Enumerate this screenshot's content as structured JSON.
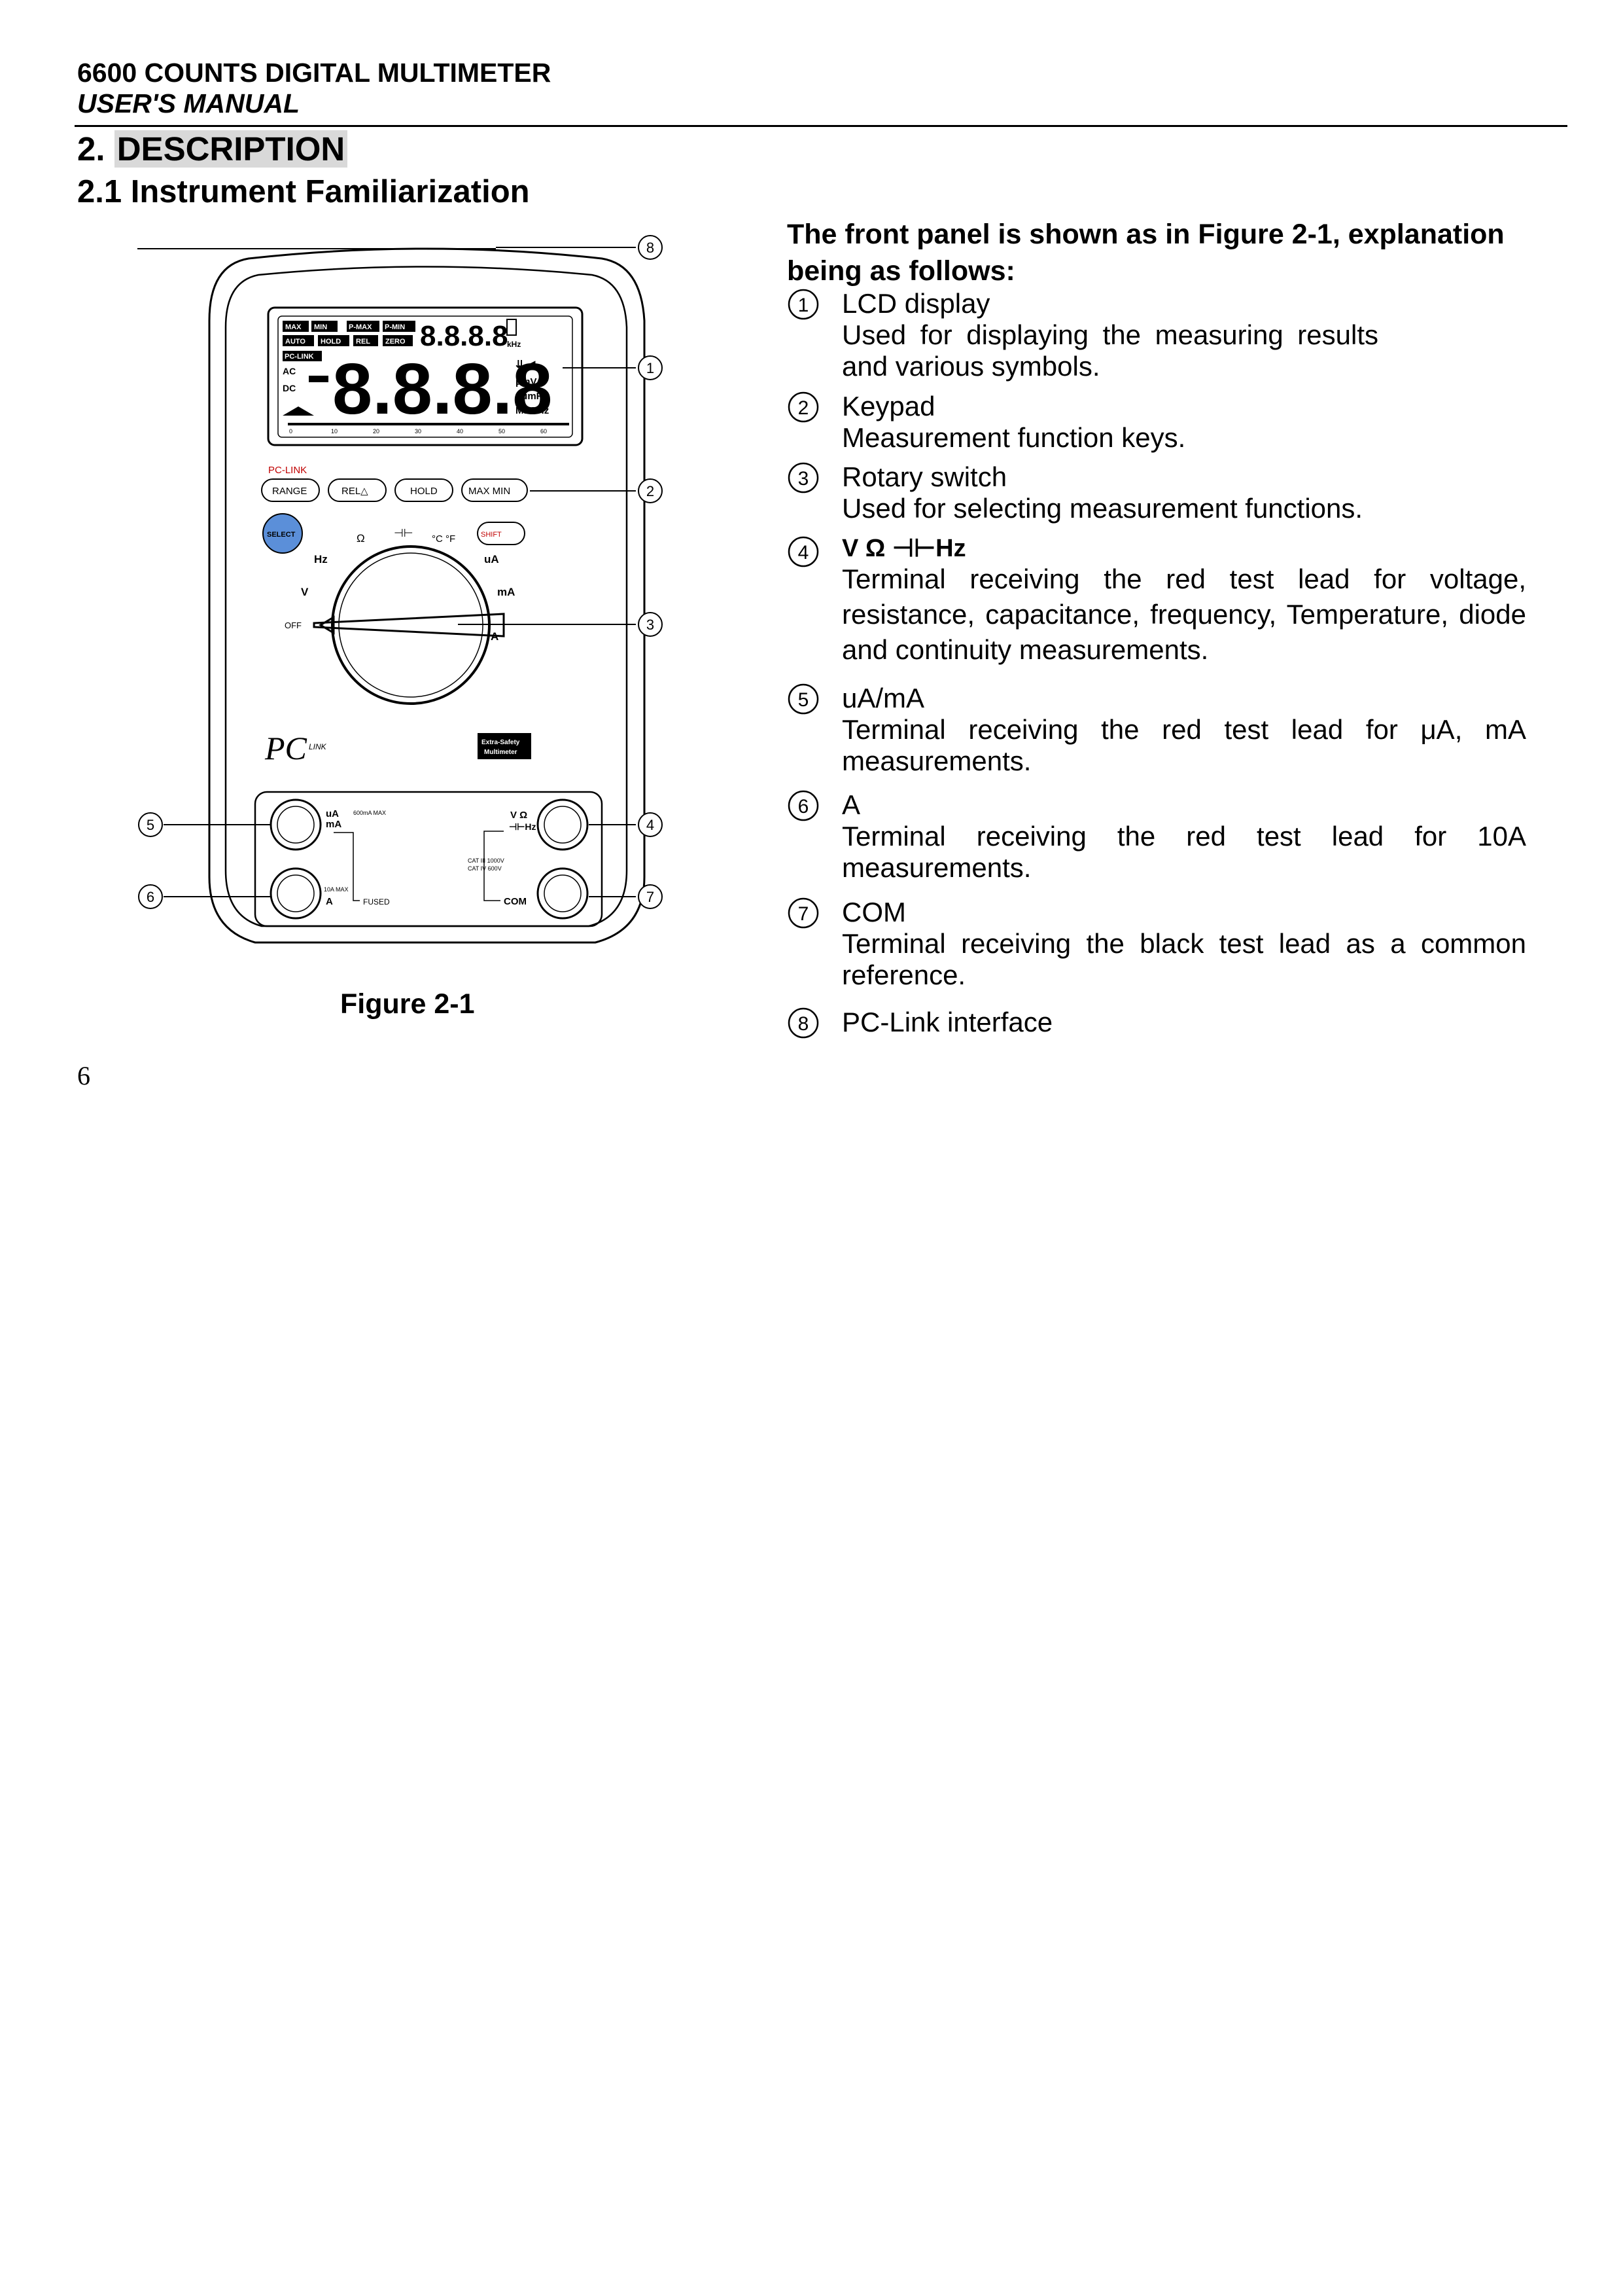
{
  "header": {
    "title": "6600 COUNTS DIGITAL MULTIMETER",
    "subtitle": "USER'S MANUAL"
  },
  "section": {
    "number": "2.",
    "title": "DESCRIPTION"
  },
  "subsection": {
    "title": "2.1 Instrument Familiarization"
  },
  "figure": {
    "caption": "Figure 2-1",
    "callouts": [
      "1",
      "2",
      "3",
      "4",
      "5",
      "6",
      "7",
      "8"
    ],
    "lcd": {
      "tags_row1": [
        "MAX",
        "MIN",
        "P-MAX",
        "P-MIN"
      ],
      "tags_row2": [
        "AUTO",
        "HOLD",
        "REL",
        "ZERO"
      ],
      "tag_pclink": "PC-LINK",
      "main_digits": "8.8.8.8",
      "sub_digits": "8.8.8.8",
      "ac": "AC",
      "dc": "DC",
      "units1": "μmVA",
      "units2": "nμmF",
      "units3": "MkΩHz",
      "khz": "kHz",
      "bar_ticks": [
        "0",
        "10",
        "20",
        "30",
        "40",
        "50",
        "60"
      ]
    },
    "pclink_label": "PC-LINK",
    "buttons": {
      "range": "RANGE",
      "rel": "REL△",
      "hold": "HOLD",
      "maxmin": "MAX  MIN",
      "select": "SELECT",
      "shift": "SHIFT"
    },
    "dial": {
      "off": "OFF",
      "hz": "Hz",
      "v": "V",
      "ohm": "Ω",
      "cap": "⊣⊢",
      "temp": "°C °F",
      "ua": "uA",
      "ma": "mA",
      "a": "A"
    },
    "brand": "PC",
    "brand_sub": "LINK",
    "badge_line1": "Extra-Safety",
    "badge_line2": "Multimeter",
    "terminals": {
      "uama": "uA\nmA",
      "uama_max": "600mA MAX",
      "vohm": "V Ω",
      "vohm_hz": "⊣⊢Hz",
      "a": "A",
      "a_max": "10A MAX",
      "fused": "FUSED",
      "com": "COM",
      "cat1": "CAT III 1000V",
      "cat2": "CAT IV 600V"
    }
  },
  "intro": "The front panel is shown as in Figure 2-1, explanation being as follows:",
  "items": [
    {
      "num": "1",
      "title": "LCD display",
      "desc": "Used for displaying the measuring results and various symbols."
    },
    {
      "num": "2",
      "title": "Keypad",
      "desc": "Measurement function keys."
    },
    {
      "num": "3",
      "title": "Rotary switch",
      "desc": "Used for selecting measurement functions."
    },
    {
      "num": "4",
      "title": "V Ω ⊣⊢Hz",
      "desc": "Terminal receiving the red test lead for voltage, resistance, capacitance, frequency, Temperature, diode and continuity measurements."
    },
    {
      "num": "5",
      "title": "uA/mA",
      "desc": "Terminal receiving the red test lead for μA, mA measurements."
    },
    {
      "num": "6",
      "title": "A",
      "desc": "Terminal receiving the red test lead for 10A measurements."
    },
    {
      "num": "7",
      "title": "COM",
      "desc": "Terminal receiving the black test lead as a common reference."
    },
    {
      "num": "8",
      "title": "PC-Link interface",
      "desc": ""
    }
  ],
  "page_number": "6"
}
